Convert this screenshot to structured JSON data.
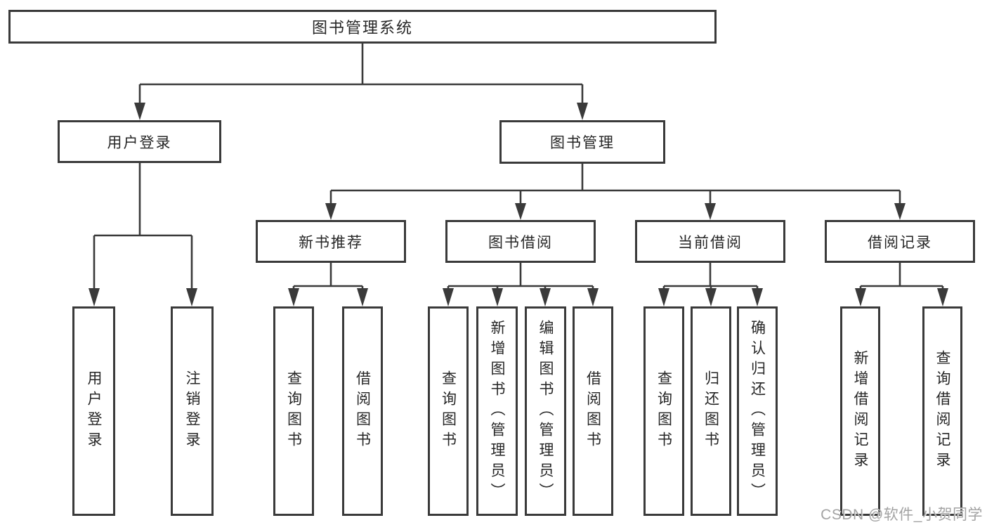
{
  "tree": {
    "label": "图书管理系统",
    "children": [
      {
        "label": "用户登录",
        "children": [
          {
            "label": "用户登录"
          },
          {
            "label": "注销登录"
          }
        ]
      },
      {
        "label": "图书管理",
        "children": [
          {
            "label": "新书推荐",
            "children": [
              {
                "label": "查询图书"
              },
              {
                "label": "借阅图书"
              }
            ]
          },
          {
            "label": "图书借阅",
            "children": [
              {
                "label": "查询图书"
              },
              {
                "label": "新增图书（管理员）"
              },
              {
                "label": "编辑图书（管理员）"
              },
              {
                "label": "借阅图书"
              }
            ]
          },
          {
            "label": "当前借阅",
            "children": [
              {
                "label": "查询图书"
              },
              {
                "label": "归还图书"
              },
              {
                "label": "确认归还（管理员）"
              }
            ]
          },
          {
            "label": "借阅记录",
            "children": [
              {
                "label": "新增借阅记录"
              },
              {
                "label": "查询借阅记录"
              }
            ]
          }
        ]
      }
    ]
  },
  "watermark": "CSDN @软件_小贺同学",
  "colors": {
    "line": "#3a3a3a",
    "text": "#262626",
    "watermark": "#a3a3a3",
    "background": "#ffffff"
  }
}
